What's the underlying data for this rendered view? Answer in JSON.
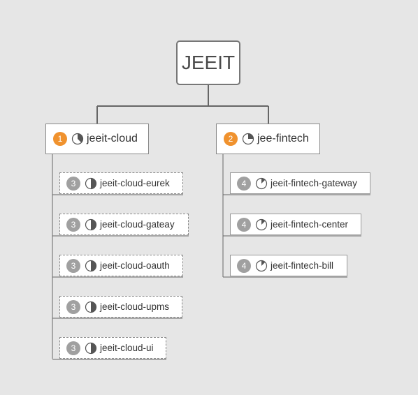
{
  "root": {
    "label": "JEEIT"
  },
  "branches": [
    {
      "badge": "1",
      "label": "jeeit-cloud",
      "progress": 0.375,
      "children": [
        {
          "badge": "3",
          "label": "jeeit-cloud-eurek",
          "progress": 0.5
        },
        {
          "badge": "3",
          "label": "jeeit-cloud-gateay",
          "progress": 0.5
        },
        {
          "badge": "3",
          "label": "jeeit-cloud-oauth",
          "progress": 0.5
        },
        {
          "badge": "3",
          "label": "jeeit-cloud-upms",
          "progress": 0.5
        },
        {
          "badge": "3",
          "label": "jeeit-cloud-ui",
          "progress": 0.5
        }
      ]
    },
    {
      "badge": "2",
      "label": "jee-fintech",
      "progress": 0.25,
      "children": [
        {
          "badge": "4",
          "label": "jeeit-fintech-gateway",
          "progress": 0.125
        },
        {
          "badge": "4",
          "label": "jeeit-fintech-center",
          "progress": 0.125
        },
        {
          "badge": "4",
          "label": "jeeit-fintech-bill",
          "progress": 0.125
        }
      ]
    }
  ],
  "colors": {
    "badge_priority": "#f0922e",
    "badge_task": "#a0a0a0",
    "connector": "#666666",
    "background": "#e6e6e6"
  },
  "icons": {
    "progress": "task-progress-pie-icon"
  }
}
